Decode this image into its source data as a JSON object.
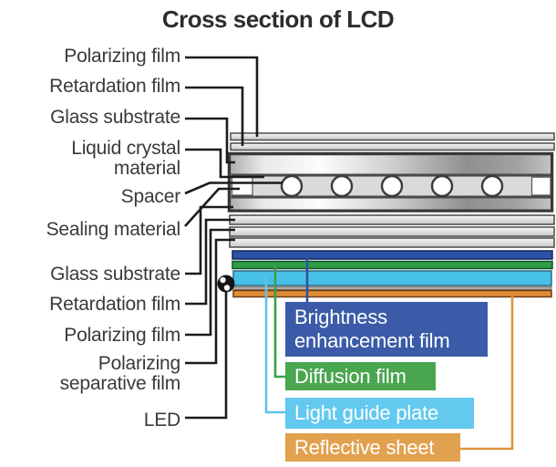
{
  "title": "Cross section of LCD",
  "left_labels": [
    {
      "id": "polarizing-film-top",
      "lines": [
        "Polarizing film"
      ]
    },
    {
      "id": "retardation-film-top",
      "lines": [
        "Retardation film"
      ]
    },
    {
      "id": "glass-substrate-top",
      "lines": [
        "Glass substrate"
      ]
    },
    {
      "id": "liquid-crystal-material",
      "lines": [
        "Liquid crystal",
        "material"
      ]
    },
    {
      "id": "spacer",
      "lines": [
        "Spacer"
      ]
    },
    {
      "id": "sealing-material",
      "lines": [
        "Sealing material"
      ]
    },
    {
      "id": "glass-substrate-bottom",
      "lines": [
        "Glass substrate"
      ]
    },
    {
      "id": "retardation-film-bottom",
      "lines": [
        "Retardation film"
      ]
    },
    {
      "id": "polarizing-film-bottom",
      "lines": [
        "Polarizing film"
      ]
    },
    {
      "id": "polarizing-separative-film",
      "lines": [
        "Polarizing",
        "separative film"
      ]
    },
    {
      "id": "led",
      "lines": [
        "LED"
      ]
    }
  ],
  "right_labels": [
    {
      "id": "brightness-enhancement-film",
      "lines": [
        "Brightness",
        "enhancement film"
      ],
      "color": "#3b5ba8"
    },
    {
      "id": "diffusion-film",
      "lines": [
        "Diffusion film"
      ],
      "color": "#4aa54f"
    },
    {
      "id": "light-guide-plate",
      "lines": [
        "Light guide plate"
      ],
      "color": "#63c9ee"
    },
    {
      "id": "reflective-sheet",
      "lines": [
        "Reflective sheet"
      ],
      "color": "#e2a14f"
    }
  ],
  "colors": {
    "title_text": "#2d2d2d",
    "label_text": "#3a3a3a",
    "pointer_line": "#1c1c1c",
    "layer_blue": "#2c52a5",
    "layer_green": "#2e9e47",
    "layer_light_blue": "#47c0e6",
    "layer_orange": "#e08d36",
    "layer_gray": "#d8d8d8",
    "led_black": "#141414"
  }
}
